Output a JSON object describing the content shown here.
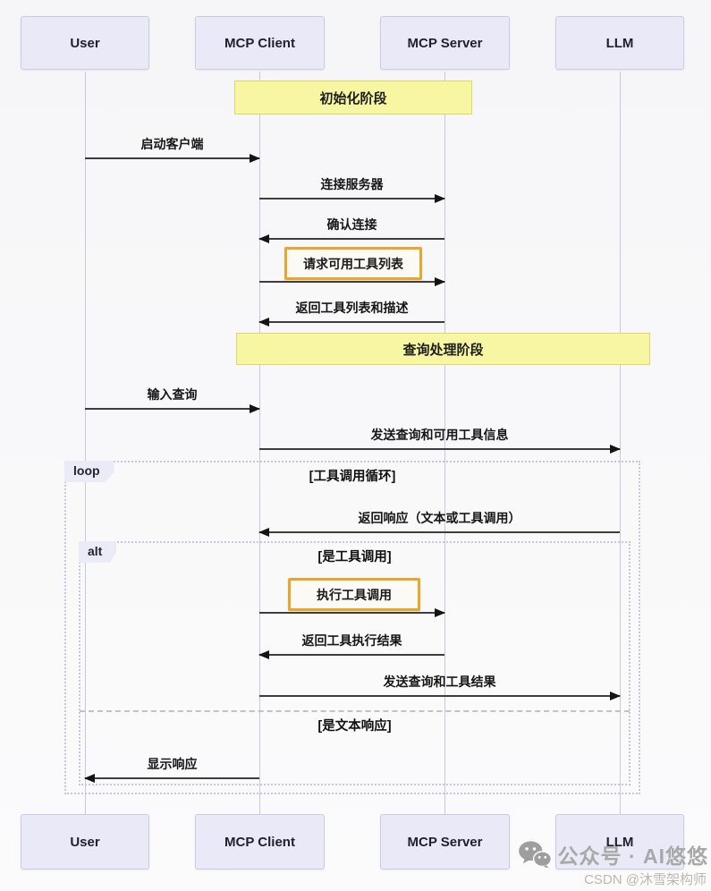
{
  "actors": [
    {
      "name": "User"
    },
    {
      "name": "MCP Client"
    },
    {
      "name": "MCP Server"
    },
    {
      "name": "LLM"
    }
  ],
  "phases": [
    {
      "label": "初始化阶段"
    },
    {
      "label": "查询处理阶段"
    }
  ],
  "messages": [
    {
      "from": "User",
      "to": "MCP Client",
      "label": "启动客户端"
    },
    {
      "from": "MCP Client",
      "to": "MCP Server",
      "label": "连接服务器"
    },
    {
      "from": "MCP Server",
      "to": "MCP Client",
      "label": "确认连接"
    },
    {
      "from": "MCP Client",
      "to": "MCP Server",
      "label": "请求可用工具列表",
      "highlighted": true
    },
    {
      "from": "MCP Server",
      "to": "MCP Client",
      "label": "返回工具列表和描述"
    },
    {
      "from": "User",
      "to": "MCP Client",
      "label": "输入查询"
    },
    {
      "from": "MCP Client",
      "to": "LLM",
      "label": "发送查询和可用工具信息"
    },
    {
      "from": "LLM",
      "to": "MCP Client",
      "label": "返回响应（文本或工具调用）"
    },
    {
      "from": "MCP Client",
      "to": "MCP Server",
      "label": "执行工具调用",
      "highlighted": true
    },
    {
      "from": "MCP Server",
      "to": "MCP Client",
      "label": "返回工具执行结果"
    },
    {
      "from": "MCP Client",
      "to": "LLM",
      "label": "发送查询和工具结果"
    },
    {
      "from": "MCP Client",
      "to": "User",
      "label": "显示响应"
    }
  ],
  "frames": {
    "loop": {
      "keyword": "loop",
      "condition": "[工具调用循环]"
    },
    "alt": {
      "keyword": "alt",
      "condition": "[是工具调用]",
      "else_condition": "[是文本响应]"
    }
  },
  "watermark": {
    "line1": "公众号 · AI悠悠",
    "line2": "CSDN @沐雪架构师"
  },
  "colors": {
    "actor_fill": "#e9e9f8",
    "phase_fill": "#f7f7a3",
    "highlight_border": "#e7a62e",
    "frame_border": "#c6c6dc",
    "arrow": "#3d3d3d"
  }
}
